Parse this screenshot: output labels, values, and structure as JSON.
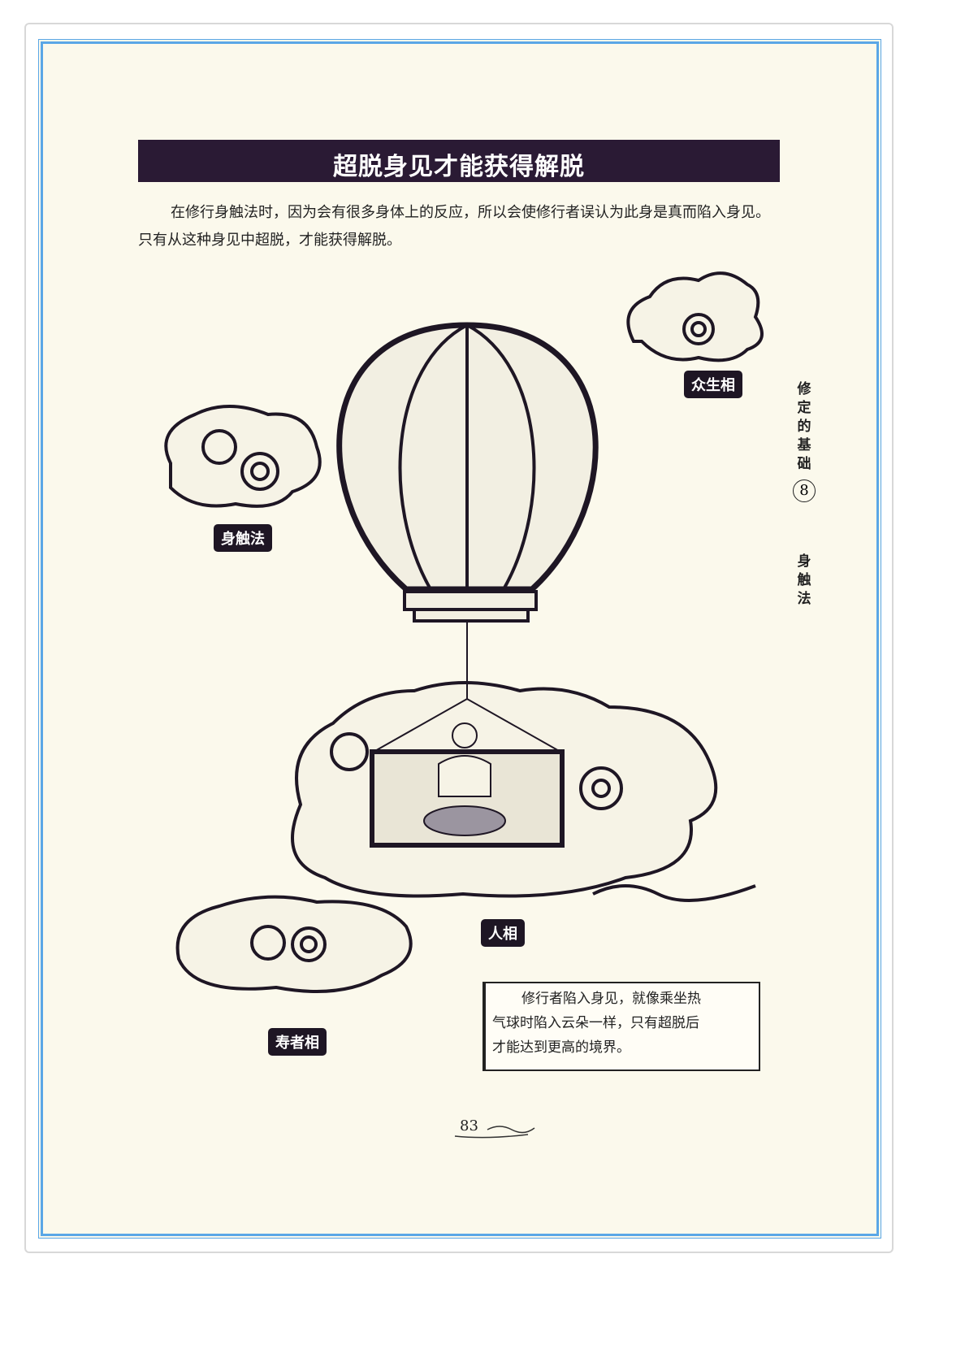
{
  "title": "超脱身见才能获得解脱",
  "intro": "在修行身触法时，因为会有很多身体上的反应，所以会使修行者误认为此身是真而陷入身见。只有从这种身见中超脱，才能获得解脱。",
  "side_tab": {
    "section": "修定的基础",
    "number": "8",
    "topic": "身触法"
  },
  "labels": {
    "sentient": "众生相",
    "body_touch": "身触法",
    "person": "人相",
    "lifespan": "寿者相"
  },
  "caption": [
    "修行者陷入身见，就像乘坐热",
    "气球时陷入云朵一样，只有超脱后",
    "才能达到更高的境界。"
  ],
  "page_number": "83"
}
